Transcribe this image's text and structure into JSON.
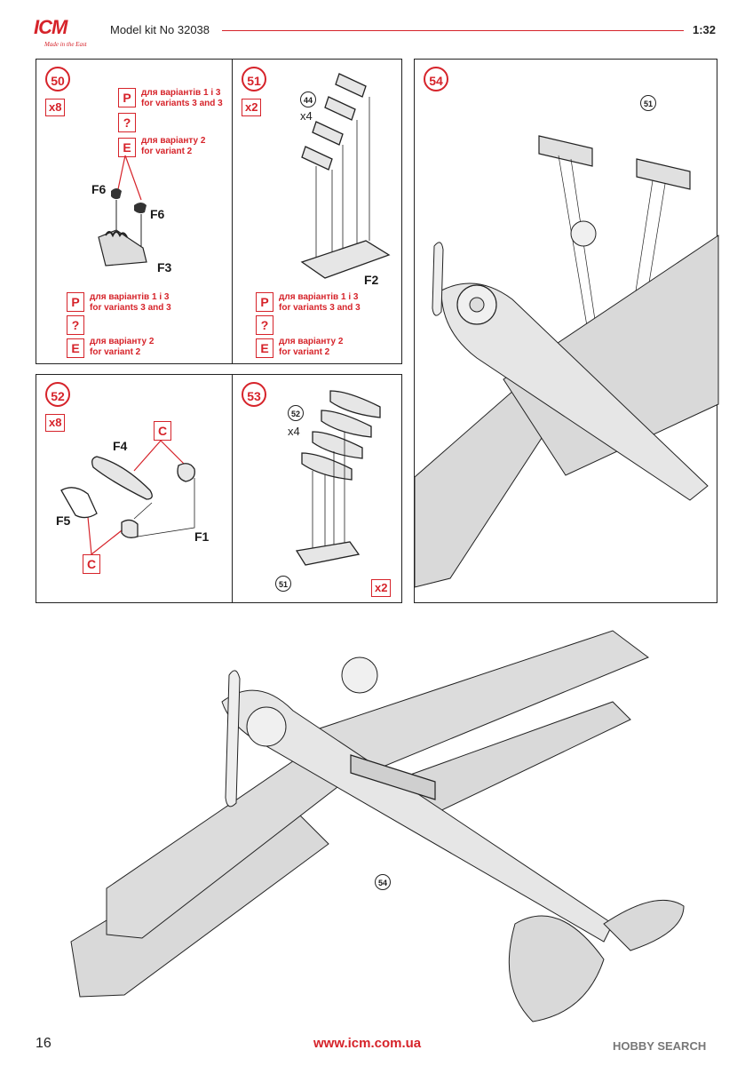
{
  "header": {
    "logo_text": "ICM",
    "logo_tagline": "Made in the East",
    "kit_label": "Model kit No 32038",
    "scale": "1:32"
  },
  "steps": {
    "s50": {
      "number": "50",
      "multiplier": "x8",
      "labels": {
        "p": "P",
        "q": "?",
        "e": "E"
      },
      "note_p_ua": "для варіантів 1 і 3",
      "note_p_en": "for variants 3 and 3",
      "note_e_ua": "для варіанту 2",
      "note_e_en": "for variant 2",
      "parts": [
        "F6",
        "F6",
        "F3"
      ],
      "bottom_labels": {
        "p": "P",
        "q": "?",
        "e": "E"
      },
      "bottom_note_p_ua": "для варіантів 1 і 3",
      "bottom_note_p_en": "for variants 3 and 3",
      "bottom_note_e_ua": "для варіанту 2",
      "bottom_note_e_en": "for variant 2"
    },
    "s51": {
      "number": "51",
      "multiplier": "x2",
      "ref": "44",
      "qty": "x4",
      "part": "F2",
      "labels": {
        "p": "P",
        "q": "?",
        "e": "E"
      },
      "note_p_ua": "для варіантів 1 і 3",
      "note_p_en": "for variants 3 and 3",
      "note_e_ua": "для варіанту 2",
      "note_e_en": "for variant 2"
    },
    "s52": {
      "number": "52",
      "multiplier": "x8",
      "parts": {
        "f4": "F4",
        "f5": "F5",
        "f1": "F1"
      },
      "c_label": "C"
    },
    "s53": {
      "number": "53",
      "multiplier": "x2",
      "ref_top": "52",
      "qty": "x4",
      "ref_bottom": "51"
    },
    "s54": {
      "number": "54",
      "ref": "51"
    }
  },
  "main_view": {
    "ref": "54"
  },
  "footer": {
    "page": "16",
    "url": "www.icm.com.ua",
    "watermark": "HOBBY SEARCH"
  },
  "colors": {
    "accent": "#d6232a",
    "line": "#222222",
    "wing": "#d9d9d9"
  }
}
